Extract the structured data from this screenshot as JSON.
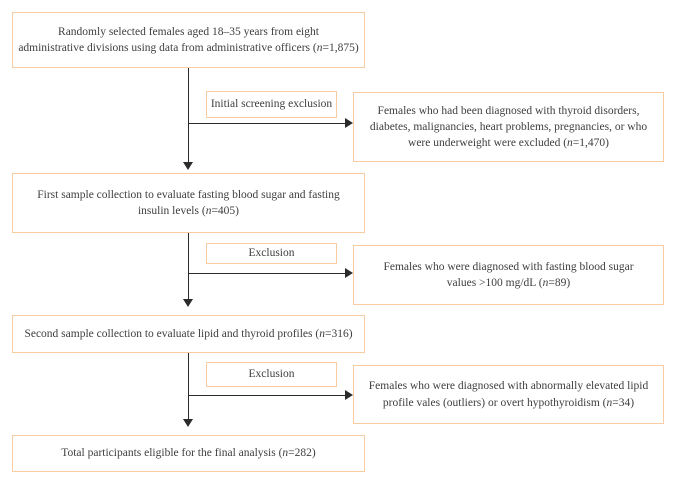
{
  "figure": {
    "type": "flowchart",
    "colors": {
      "box_border": "#f8cba0",
      "arrow": "#2b2b2b",
      "text": "#3e3e3e"
    },
    "boxes": {
      "population": {
        "pre": "Randomly selected females aged 18–35 years from eight\nadministrative divisions using data from administrative officers (",
        "n": "n",
        "post": "=1,875)"
      },
      "first_sample": {
        "pre": "First sample collection to evaluate fasting blood sugar and fasting\ninsulin levels (",
        "n": "n",
        "post": "=405)"
      },
      "second_sample": {
        "pre": "Second sample collection to evaluate lipid and thyroid profiles (",
        "n": "n",
        "post": "=316)"
      },
      "final_analysis": {
        "pre": "Total participants eligible for the final analysis (",
        "n": "n",
        "post": "=282)"
      },
      "screening_exclusion_label": {
        "text": "Initial screening exclusion"
      },
      "exclusion_label_2": {
        "text": "Exclusion"
      },
      "exclusion_label_3": {
        "text": "Exclusion"
      },
      "excluded_screening": {
        "pre": "Females who had been diagnosed with thyroid disorders,\ndiabetes, malignancies, heart problems, pregnancies, or who\nwere underweight were excluded (",
        "n": "n",
        "post": "=1,470)"
      },
      "excluded_fbs": {
        "pre": "Females who were diagnosed with fasting blood sugar\nvalues >100 mg/dL (",
        "n": "n",
        "post": "=89)"
      },
      "excluded_lipid": {
        "pre": "Females who were diagnosed with abnormally elevated lipid\nprofile vales (outliers) or overt hypothyroidism (",
        "n": "n",
        "post": "=34)"
      }
    }
  }
}
